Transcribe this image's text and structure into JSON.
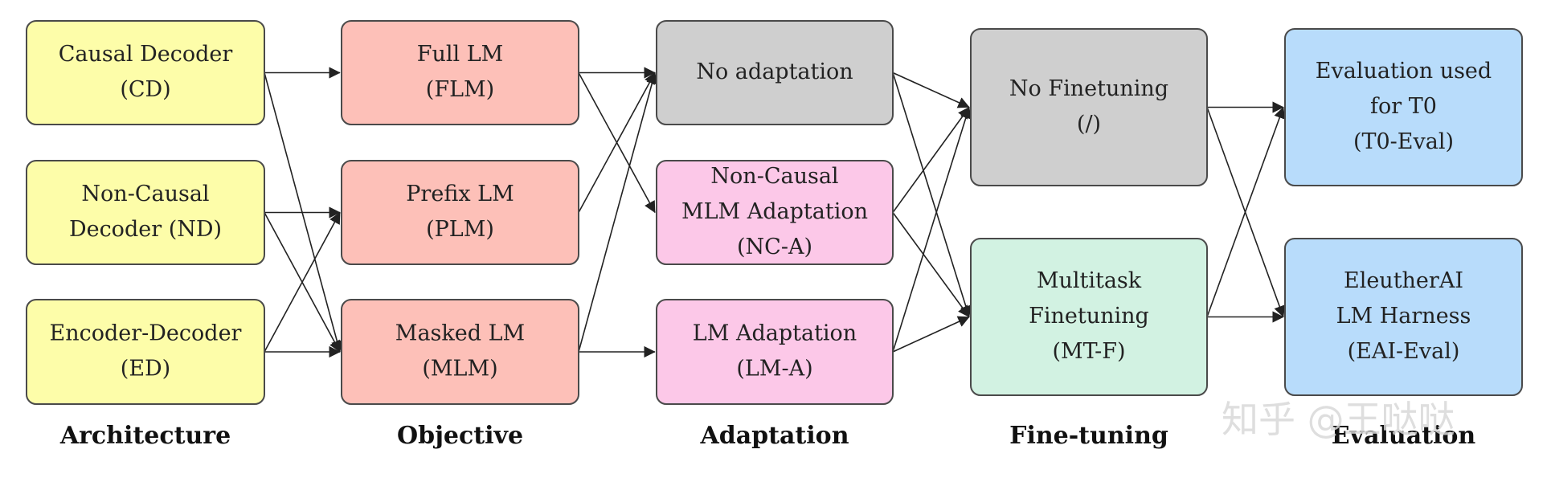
{
  "colors": {
    "architecture": "#fdfda9",
    "objective": "#fdc0b8",
    "adaptation_none": "#cfcfcf",
    "adaptation_lm": "#fcc8e8",
    "finetune_none": "#cfcfcf",
    "finetune_mt": "#d2f2e2",
    "evaluation": "#b8dcfb"
  },
  "columns": [
    {
      "id": "architecture",
      "title": "Architecture"
    },
    {
      "id": "objective",
      "title": "Objective"
    },
    {
      "id": "adaptation",
      "title": "Adaptation"
    },
    {
      "id": "finetuning",
      "title": "Fine-tuning"
    },
    {
      "id": "evaluation",
      "title": "Evaluation"
    }
  ],
  "nodes": [
    {
      "id": "cd",
      "col": "architecture",
      "color": "architecture",
      "lines": [
        "Causal Decoder",
        "(CD)"
      ]
    },
    {
      "id": "nd",
      "col": "architecture",
      "color": "architecture",
      "lines": [
        "Non-Causal",
        "Decoder (ND)"
      ]
    },
    {
      "id": "ed",
      "col": "architecture",
      "color": "architecture",
      "lines": [
        "Encoder-Decoder",
        "(ED)"
      ]
    },
    {
      "id": "flm",
      "col": "objective",
      "color": "objective",
      "lines": [
        "Full LM",
        "(FLM)"
      ]
    },
    {
      "id": "plm",
      "col": "objective",
      "color": "objective",
      "lines": [
        "Prefix LM",
        "(PLM)"
      ]
    },
    {
      "id": "mlm",
      "col": "objective",
      "color": "objective",
      "lines": [
        "Masked LM",
        "(MLM)"
      ]
    },
    {
      "id": "noad",
      "col": "adaptation",
      "color": "adaptation_none",
      "lines": [
        "No adaptation"
      ]
    },
    {
      "id": "nca",
      "col": "adaptation",
      "color": "adaptation_lm",
      "lines": [
        "Non-Causal",
        "MLM Adaptation",
        "(NC-A)"
      ]
    },
    {
      "id": "lma",
      "col": "adaptation",
      "color": "adaptation_lm",
      "lines": [
        "LM Adaptation",
        "(LM-A)"
      ]
    },
    {
      "id": "noft",
      "col": "finetuning",
      "color": "finetune_none",
      "lines": [
        "No Finetuning",
        "(/)"
      ]
    },
    {
      "id": "mtf",
      "col": "finetuning",
      "color": "finetune_mt",
      "lines": [
        "Multitask",
        "Finetuning",
        "(MT-F)"
      ]
    },
    {
      "id": "t0",
      "col": "evaluation",
      "color": "evaluation",
      "lines": [
        "Evaluation used",
        "for T0",
        "(T0-Eval)"
      ]
    },
    {
      "id": "eai",
      "col": "evaluation",
      "color": "evaluation",
      "lines": [
        "EleutherAI",
        "LM Harness",
        "(EAI-Eval)"
      ]
    }
  ],
  "edges": [
    [
      "cd",
      "flm"
    ],
    [
      "cd",
      "mlm"
    ],
    [
      "nd",
      "plm"
    ],
    [
      "nd",
      "mlm"
    ],
    [
      "ed",
      "plm"
    ],
    [
      "ed",
      "mlm"
    ],
    [
      "flm",
      "noad"
    ],
    [
      "flm",
      "nca"
    ],
    [
      "plm",
      "noad"
    ],
    [
      "mlm",
      "noad"
    ],
    [
      "mlm",
      "lma"
    ],
    [
      "noad",
      "noft"
    ],
    [
      "noad",
      "mtf"
    ],
    [
      "nca",
      "noft"
    ],
    [
      "nca",
      "mtf"
    ],
    [
      "lma",
      "noft"
    ],
    [
      "lma",
      "mtf"
    ],
    [
      "noft",
      "t0"
    ],
    [
      "noft",
      "eai"
    ],
    [
      "mtf",
      "t0"
    ],
    [
      "mtf",
      "eai"
    ]
  ],
  "watermark": "知乎 @王哒哒"
}
